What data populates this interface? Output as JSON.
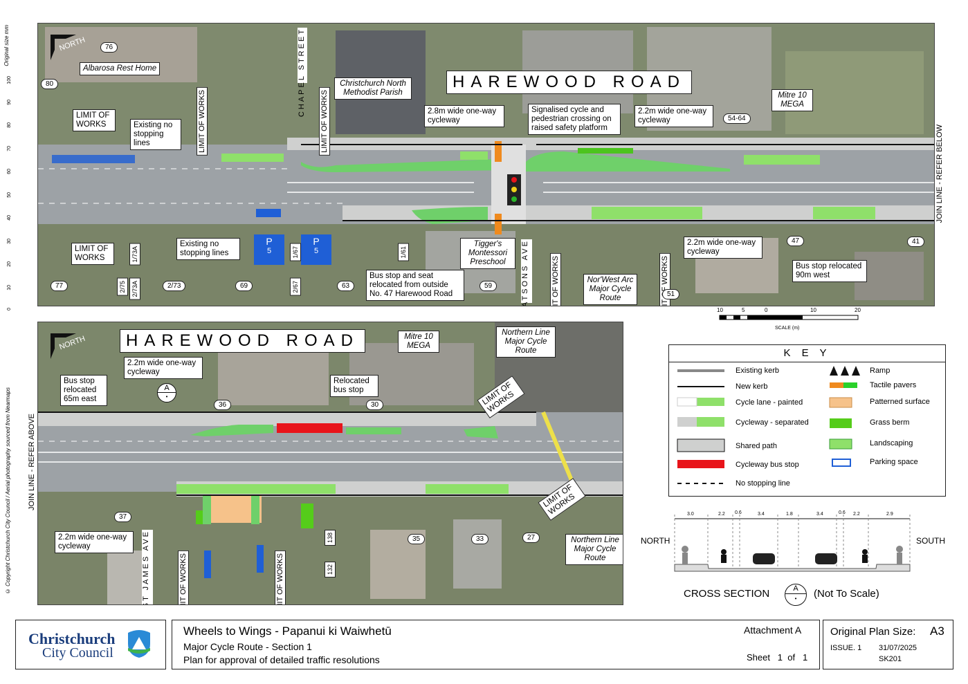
{
  "upper": {
    "road_title": "HAREWOOD ROAD",
    "north": "NORTH",
    "join_line": "JOIN LINE - REFER BELOW",
    "labels": {
      "albarosa": "Albarosa Rest Home",
      "methodist": "Christchurch North Methodist Parish",
      "mitre10": "Mitre 10 MEGA",
      "limit_left": "LIMIT OF WORKS",
      "existing_no_stop_top": "Existing no stopping lines",
      "cycleway_28": "2.8m wide one-way cycleway",
      "signalised": "Signalised cycle and pedestrian crossing on raised safety platform",
      "cycleway_22_top": "2.2m wide one-way cycleway",
      "limit_bottom_left": "LIMIT OF WORKS",
      "existing_no_stop_bottom": "Existing no stopping lines",
      "bus_stop_seat": "Bus stop and seat relocated from outside No. 47 Harewood Road",
      "tiggers": "Tigger's Montessori Preschool",
      "norwest": "Nor'West Arc Major Cycle Route",
      "cycleway_22_bottom": "2.2m wide one-way cycleway",
      "bus_relocated_90": "Bus stop relocated 90m west"
    },
    "vertical_labels": {
      "chapel_street": "CHAPEL STREET",
      "matsons_ave": "MATSONS AVE",
      "limit_a": "LIMIT OF WORKS",
      "limit_b": "LIMIT OF WORKS",
      "limit_c": "LIMIT OF WORKS",
      "limit_d": "LIMIT OF WORKS"
    },
    "numbers": {
      "n76": "76",
      "n80": "80",
      "n5464": "54-64",
      "n77": "77",
      "n173a": "1/73A",
      "n275": "2/75",
      "n273a": "2/73A",
      "n273": "2/73",
      "n69": "69",
      "n167": "1/67",
      "n267": "2/67",
      "n63": "63",
      "n161": "1/61",
      "n59": "59",
      "n47": "47",
      "n41": "41",
      "n51": "51"
    },
    "parking_sign": {
      "p": "P",
      "n": "5"
    }
  },
  "lower": {
    "road_title": "HAREWOOD ROAD",
    "north": "NORTH",
    "join_line": "JOIN LINE - REFER ABOVE",
    "labels": {
      "bus_relocated_65": "Bus stop relocated 65m east",
      "cycleway_22_top": "2.2m wide one-way cycleway",
      "mitre10": "Mitre 10 MEGA",
      "northern_line_top": "Northern Line Major Cycle Route",
      "relocated_bus": "Relocated bus stop",
      "limit_top_right": "LIMIT OF WORKS",
      "limit_bottom_right": "LIMIT OF WORKS",
      "cycleway_22_bottom": "2.2m wide one-way cycleway",
      "northern_line_bottom": "Northern Line Major Cycle Route",
      "section_marker": "A"
    },
    "vertical_labels": {
      "st_james": "ST JAMES AVE",
      "limit_a": "LIMIT OF WORKS",
      "limit_b": "LIMIT OF WORKS"
    },
    "numbers": {
      "n36": "36",
      "n30": "30",
      "n37": "37",
      "n138": "138",
      "n132": "132",
      "n35": "35",
      "n33": "33",
      "n27": "27"
    }
  },
  "side_text": {
    "original_size": "Original size mm",
    "ticks": [
      "100",
      "90",
      "80",
      "70",
      "60",
      "50",
      "40",
      "30",
      "20",
      "10",
      "0"
    ],
    "copyright": "© Copyright Christchurch City Council / Aerial photography sourced from Nearmaps"
  },
  "scale_bar": {
    "ticks": [
      "10",
      "5",
      "0",
      "10",
      "20"
    ],
    "caption": "SCALE (m)"
  },
  "key": {
    "title": "K E Y",
    "left_items": [
      "Existing kerb",
      "New kerb",
      "Cycle lane - painted",
      "Cycleway - separated",
      "Shared path",
      "Cycleway bus stop",
      "No stopping line"
    ],
    "right_items": [
      "Ramp",
      "Tactile pavers",
      "Patterned surface",
      "Grass berm",
      "Landscaping",
      "Parking space"
    ],
    "colors": {
      "cycle_green": "#8fe06a",
      "grass": "#55cc1a",
      "bus_red": "#e8141a",
      "tactile_orange": "#ef8a1e",
      "patterned": "#f6c28a",
      "parking_blue": "#1f5fd6"
    }
  },
  "cross_section": {
    "north": "NORTH",
    "south": "SOUTH",
    "widths": [
      "3.0",
      "2.2",
      "0.6",
      "3.4",
      "1.8",
      "3.4",
      "0.6",
      "2.2",
      "2.9"
    ],
    "caption": "CROSS SECTION",
    "marker": "A",
    "note": "(Not To Scale)"
  },
  "title_block": {
    "org_line1": "Christchurch",
    "org_line2": "City Council",
    "project": "Wheels to Wings - Papanui ki Waiwhetū",
    "section": "Major Cycle Route - Section 1",
    "purpose": "Plan for approval of detailed traffic resolutions",
    "attachment": "Attachment A",
    "sheet": "Sheet   1  of   1",
    "plan_size_label": "Original Plan Size:",
    "plan_size": "A3",
    "issue": "ISSUE. 1",
    "date": "31/07/2025",
    "drawing_no": "SK201"
  }
}
